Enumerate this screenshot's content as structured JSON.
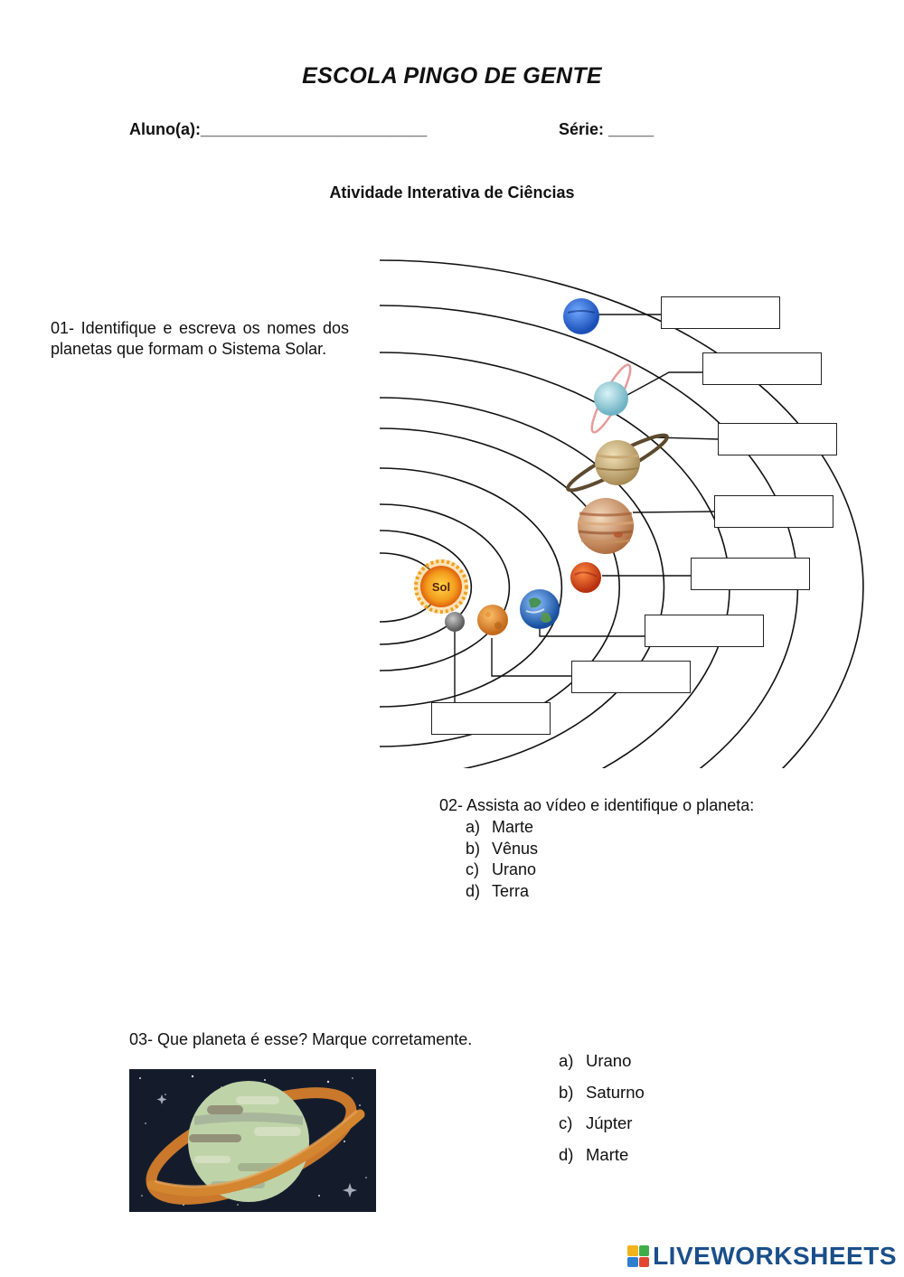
{
  "header": {
    "school_name": "ESCOLA PINGO DE GENTE",
    "student_label": "Aluno(a):_________________________",
    "grade_label": "Série: _____",
    "activity_title": "Atividade Interativa de Ciências"
  },
  "question1": {
    "text": "01- Identifique e escreva os nomes dos planetas que formam o Sistema Solar.",
    "sun_label": "Sol",
    "answer_boxes": [
      "",
      "",
      "",
      "",
      "",
      "",
      "",
      ""
    ]
  },
  "question2": {
    "text": "02- Assista ao vídeo e identifique o planeta:",
    "options": [
      {
        "letter": "a)",
        "label": "Marte"
      },
      {
        "letter": "b)",
        "label": "Vênus"
      },
      {
        "letter": "c)",
        "label": "Urano"
      },
      {
        "letter": "d)",
        "label": "Terra"
      }
    ]
  },
  "question3": {
    "text": "03- Que planeta é esse? Marque corretamente.",
    "options": [
      {
        "letter": "a)",
        "label": "Urano"
      },
      {
        "letter": "b)",
        "label": "Saturno"
      },
      {
        "letter": "c)",
        "label": "Júpter"
      },
      {
        "letter": "d)",
        "label": "Marte"
      }
    ]
  },
  "footer": {
    "brand": "LIVEWORKSHEETS",
    "brand_color": "#1a4f8a"
  }
}
